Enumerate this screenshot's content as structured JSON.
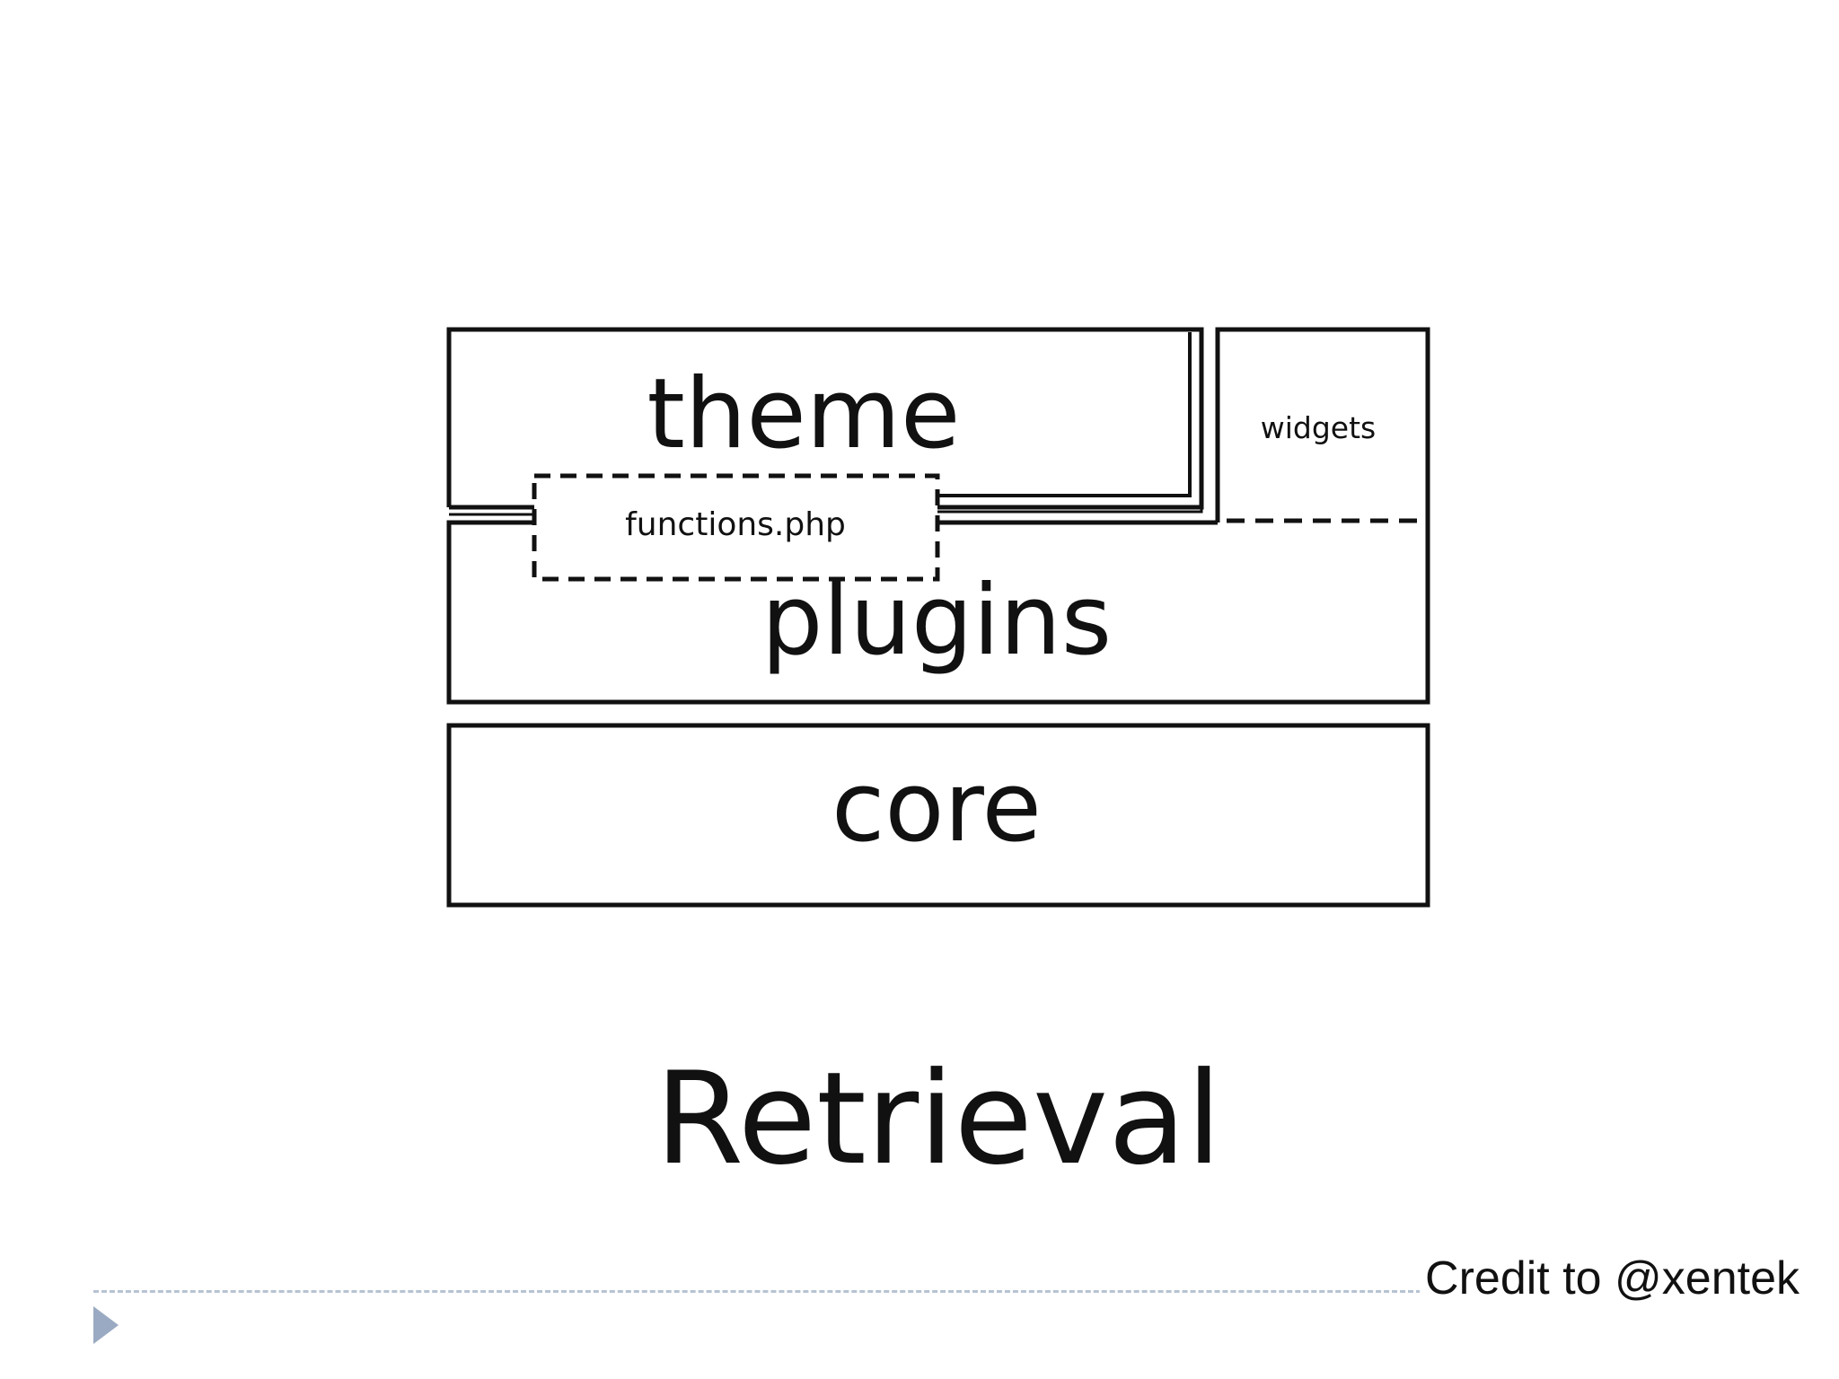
{
  "diagram": {
    "layers": {
      "theme": "theme",
      "widgets": "widgets",
      "functions": "functions.php",
      "plugins": "plugins",
      "core": "core"
    },
    "caption": "Retrieval"
  },
  "footer": {
    "credit": "Credit to @xentek"
  }
}
